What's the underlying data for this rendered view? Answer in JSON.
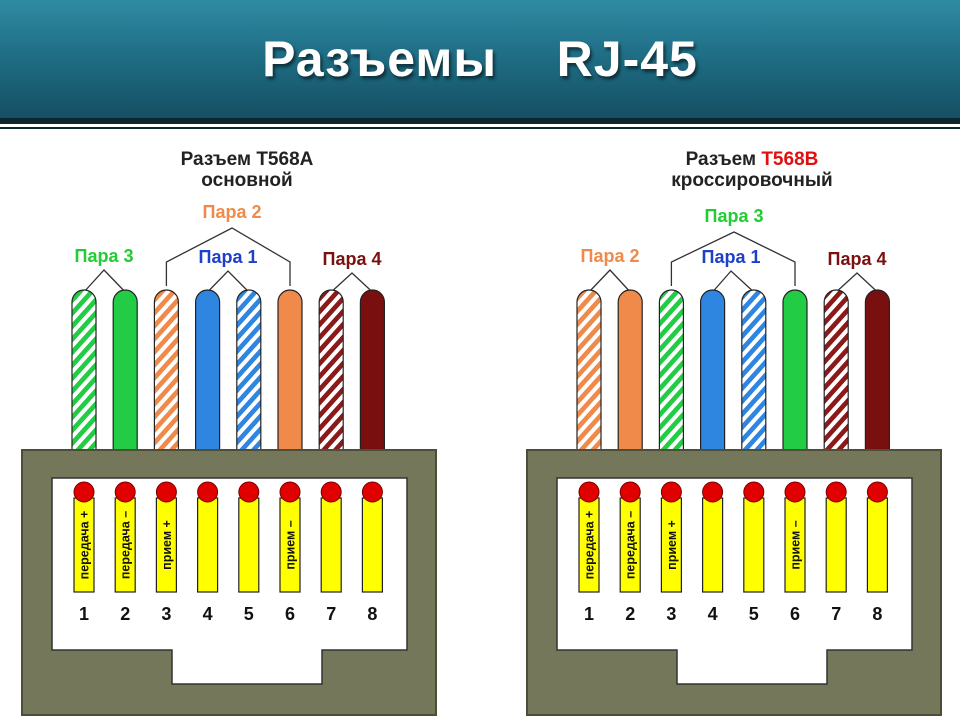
{
  "title": "Разъемы    RJ-45",
  "connectors": [
    {
      "name_prefix": "Разъем ",
      "name_code": "T568A",
      "subtitle": "основной",
      "pairs": [
        {
          "label": "Пара 3",
          "color": "#22cc33"
        },
        {
          "label": "Пара 2",
          "color": "#f08a4b"
        },
        {
          "label": "Пара 1",
          "color": "#1e40c8"
        },
        {
          "label": "Пара 4",
          "color": "#7a1010"
        }
      ],
      "wires": [
        {
          "color": "#22cc44",
          "striped": true
        },
        {
          "color": "#22cc44",
          "striped": false
        },
        {
          "color": "#f08a4b",
          "striped": true
        },
        {
          "color": "#2f86e0",
          "striped": false
        },
        {
          "color": "#2f86e0",
          "striped": true
        },
        {
          "color": "#f08a4b",
          "striped": false
        },
        {
          "color": "#8b1a1a",
          "striped": true
        },
        {
          "color": "#7a0f0f",
          "striped": false
        }
      ],
      "pin_labels": [
        "передача +",
        "передача –",
        "прием +",
        "",
        "",
        "прием –",
        "",
        ""
      ],
      "pin_numbers": [
        "1",
        "2",
        "3",
        "4",
        "5",
        "6",
        "7",
        "8"
      ]
    },
    {
      "name_prefix": "Разъем ",
      "name_code": "T568B",
      "subtitle": "кроссировочный",
      "pairs": [
        {
          "label": "Пара 2",
          "color": "#f08a4b"
        },
        {
          "label": "Пара 3",
          "color": "#22cc33"
        },
        {
          "label": "Пара 1",
          "color": "#1e40c8"
        },
        {
          "label": "Пара 4",
          "color": "#7a1010"
        }
      ],
      "wires": [
        {
          "color": "#f08a4b",
          "striped": true
        },
        {
          "color": "#f08a4b",
          "striped": false
        },
        {
          "color": "#22cc44",
          "striped": true
        },
        {
          "color": "#2f86e0",
          "striped": false
        },
        {
          "color": "#2f86e0",
          "striped": true
        },
        {
          "color": "#22cc44",
          "striped": false
        },
        {
          "color": "#8b1a1a",
          "striped": true
        },
        {
          "color": "#7a0f0f",
          "striped": false
        }
      ],
      "pin_labels": [
        "передача +",
        "передача –",
        "прием +",
        "",
        "",
        "прием –",
        "",
        ""
      ],
      "pin_numbers": [
        "1",
        "2",
        "3",
        "4",
        "5",
        "6",
        "7",
        "8"
      ]
    }
  ],
  "colors": {
    "header_top": "#2f8ba3",
    "header_bottom": "#154f63",
    "housing": "#75775a",
    "pin": "#ffff00",
    "contact": "#e00000",
    "code_b": "#e01010"
  }
}
